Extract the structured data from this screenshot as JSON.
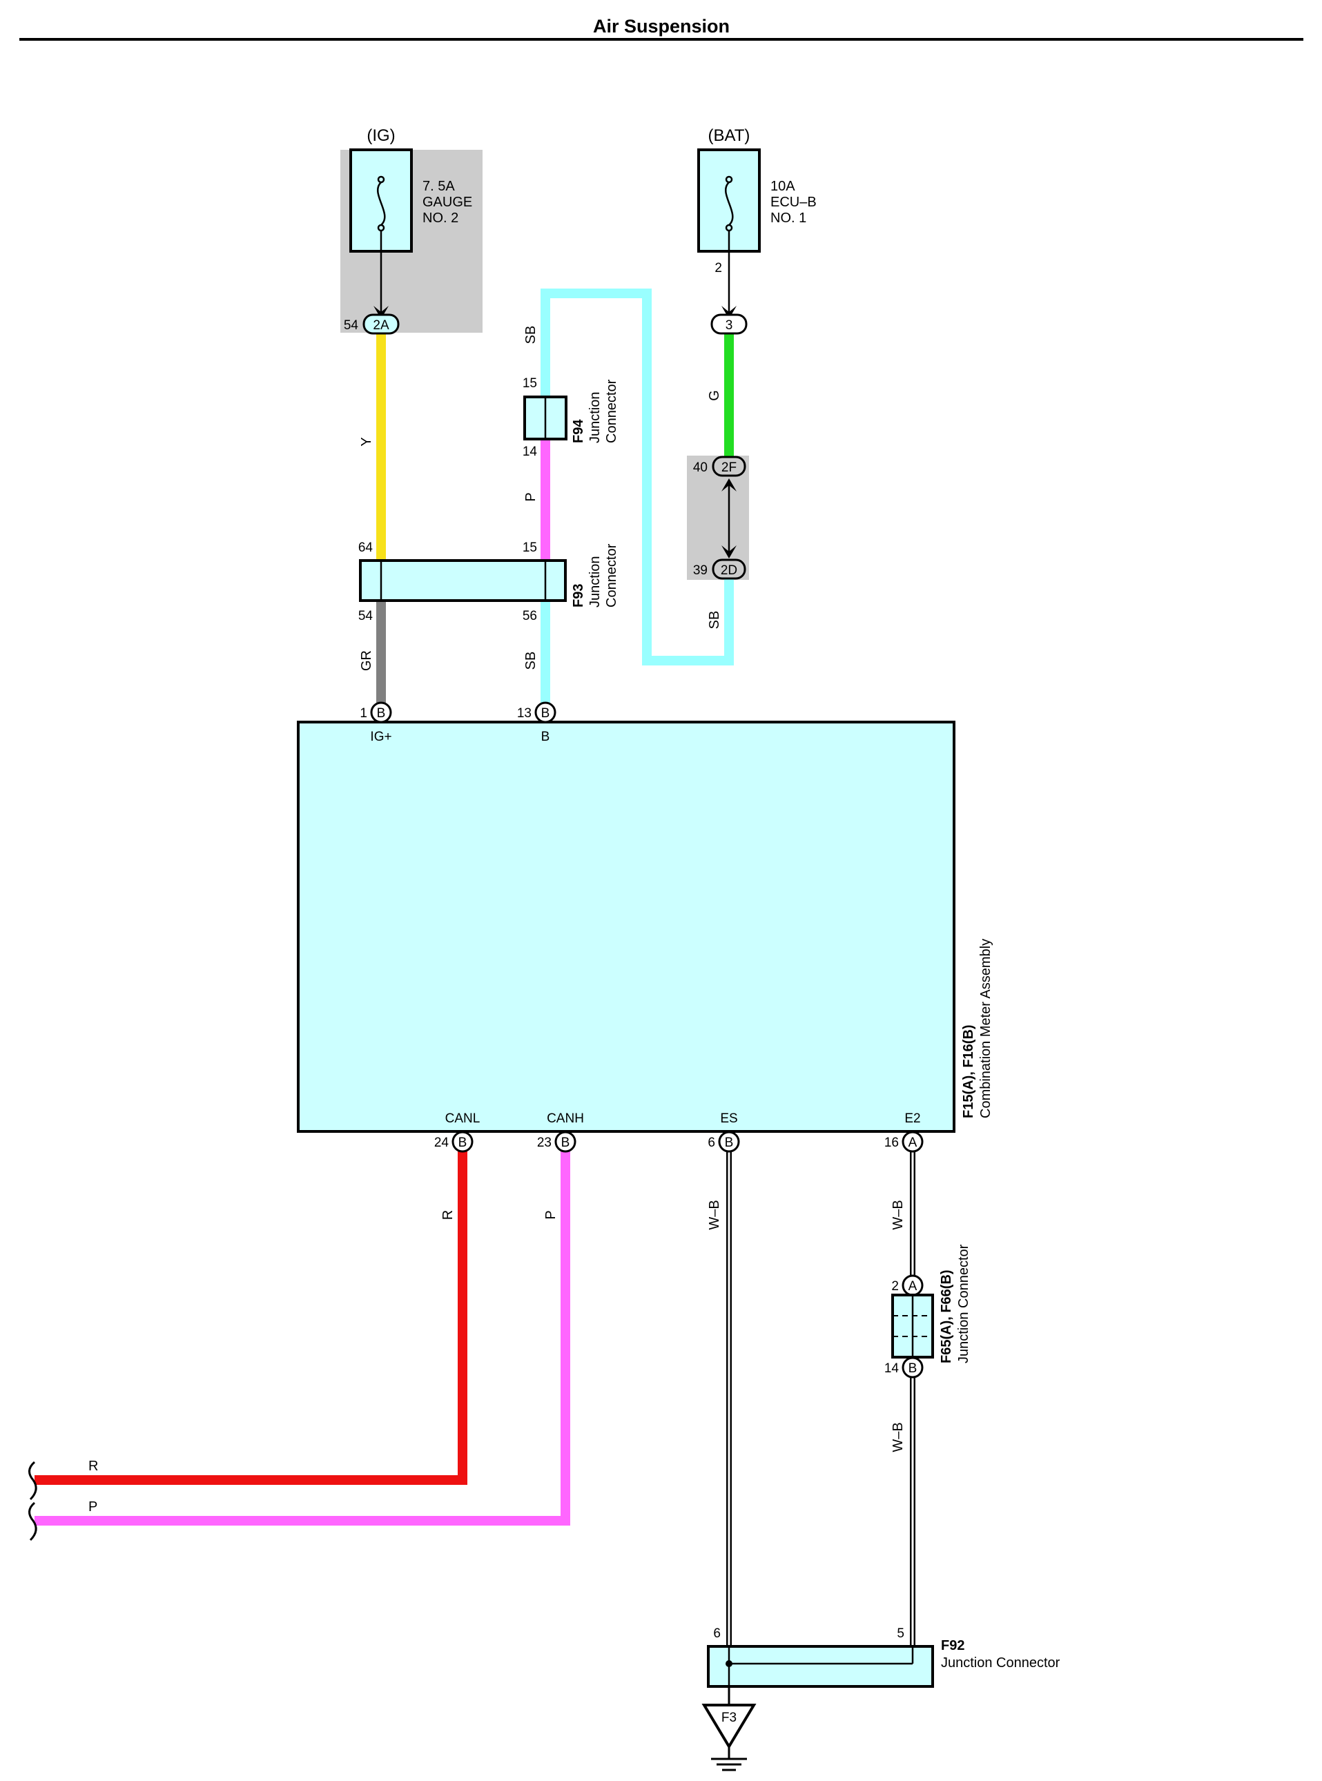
{
  "title": "Air Suspension",
  "colors": {
    "Y": "#f7e11b",
    "SB": "#99ffff",
    "P": "#ff66ff",
    "G": "#22dd22",
    "GR": "#808080",
    "R": "#ee1111",
    "component_fill": "#ccffff",
    "shade": "#cccccc",
    "line": "#000000"
  },
  "fuses": [
    {
      "id": "fuse-gauge",
      "source": "(IG)",
      "rating": "7. 5A",
      "name1": "GAUGE",
      "name2": "NO. 2"
    },
    {
      "id": "fuse-ecu-b",
      "source": "(BAT)",
      "rating": "10A",
      "name1": "ECU–B",
      "name2": "NO. 1",
      "pin": "2"
    }
  ],
  "connectors": {
    "c2A": {
      "label": "2A",
      "pin": "54"
    },
    "c3": {
      "label": "3"
    },
    "c2F": {
      "label": "2F",
      "pin": "40"
    },
    "c2D": {
      "label": "2D",
      "pin": "39"
    }
  },
  "junctions": {
    "F94": {
      "code": "F94",
      "line1": "Junction",
      "line2": "Connector",
      "pin_top": "15",
      "pin_bottom": "14"
    },
    "F93": {
      "code": "F93",
      "line1": "Junction",
      "line2": "Connector",
      "pin_a_top": "64",
      "pin_b_top": "15",
      "pin_a_bottom": "54",
      "pin_b_bottom": "56"
    },
    "F65F66": {
      "code": "F65(A), F66(B)",
      "name": "Junction Connector",
      "pin_top": "2",
      "conn_top": "A",
      "pin_bottom": "14",
      "conn_bottom": "B"
    },
    "F92": {
      "code": "F92",
      "name": "Junction Connector",
      "pin_left": "6",
      "pin_right": "5"
    }
  },
  "meter": {
    "code": "F15(A), F16(B)",
    "name": "Combination Meter Assembly",
    "top_pins": [
      {
        "pin": "1",
        "conn": "B",
        "signal": "IG+"
      },
      {
        "pin": "13",
        "conn": "B",
        "signal": "B"
      }
    ],
    "bottom_pins": [
      {
        "pin": "24",
        "conn": "B",
        "signal": "CANL"
      },
      {
        "pin": "23",
        "conn": "B",
        "signal": "CANH"
      },
      {
        "pin": "6",
        "conn": "B",
        "signal": "ES"
      },
      {
        "pin": "16",
        "conn": "A",
        "signal": "E2"
      }
    ]
  },
  "wire_labels": {
    "y": "Y",
    "sb1": "SB",
    "p1": "P",
    "g": "G",
    "sb2": "SB",
    "gr": "GR",
    "sb3": "SB",
    "r_vert": "R",
    "p_vert": "P",
    "wb1": "W–B",
    "wb2": "W–B",
    "wb3": "W–B",
    "r_out": "R",
    "p_out": "P"
  },
  "ground": {
    "label": "F3"
  }
}
